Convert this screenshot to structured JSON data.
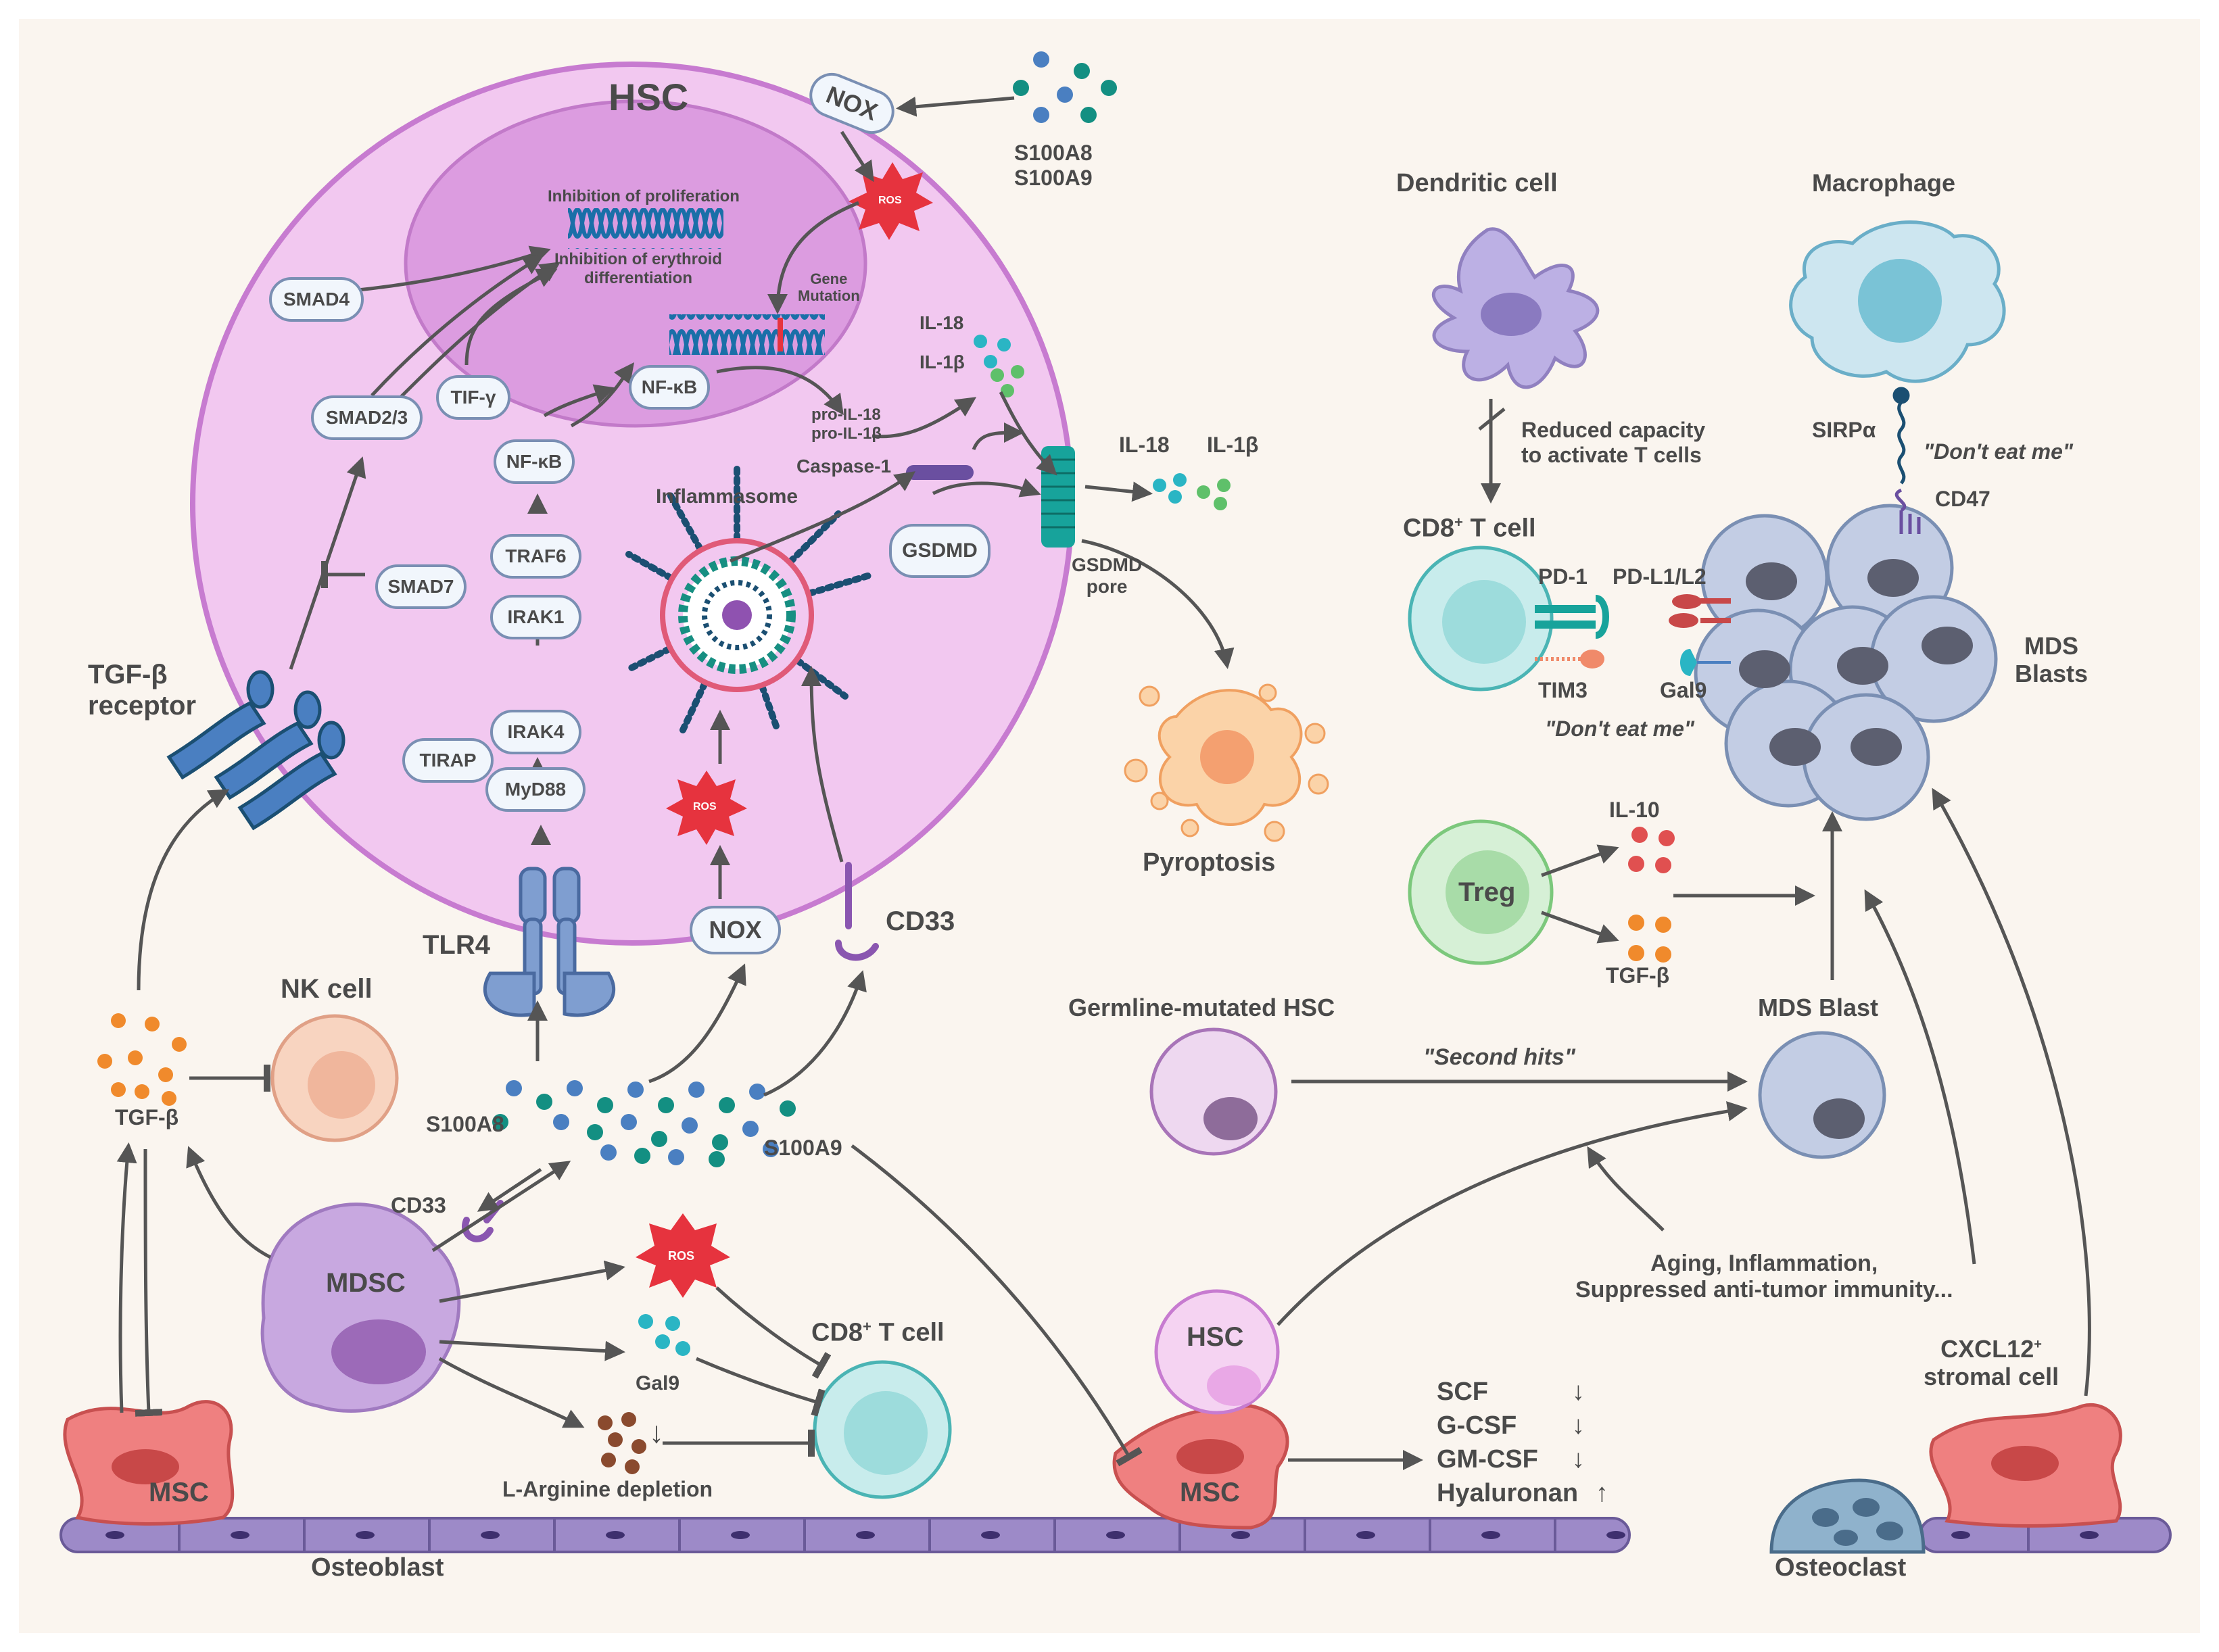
{
  "cell_labels": {
    "hsc_main": "HSC",
    "nk_cell": "NK cell",
    "mdsc": "MDSC",
    "msc_left": "MSC",
    "msc_right": "MSC",
    "hsc_small": "HSC",
    "dendritic": "Dendritic cell",
    "macrophage": "Macrophage",
    "cd8_top_pre": "CD8",
    "cd8_top_sup": "+",
    "cd8_top_post": " T cell",
    "cd8_bottom_pre": "CD8",
    "cd8_bottom_sup": "+",
    "cd8_bottom_post": " T cell",
    "treg": "Treg",
    "mds_blasts": "MDS\nBlasts",
    "mds_blast": "MDS Blast",
    "germline_hsc": "Germline-mutated HSC",
    "osteoblast": "Osteoblast",
    "osteoclast": "Osteoclast",
    "cxcl12_pre": "CXCL12",
    "cxcl12_sup": "+",
    "cxcl12_post": "\nstromal cell",
    "pyroptosis": "Pyroptosis"
  },
  "nucleus_text": {
    "inhib_prolif": "Inhibition of proliferation",
    "inhib_ery": "Inhibition of erythroid\ndifferentiation",
    "gene_mutation": "Gene\nMutation"
  },
  "signaling_pills": {
    "smad4": "SMAD4",
    "smad23": "SMAD2/3",
    "tif": "TIF-γ",
    "nfkb_nuc": "NF-κB",
    "nfkb_cyto": "NF-κB",
    "traf6": "TRAF6",
    "irak1": "IRAK1",
    "irak4": "IRAK4",
    "myd88": "MyD88",
    "tirap": "TIRAP",
    "smad7": "SMAD7",
    "gsdmd": "GSDMD",
    "nox_top": "NOX",
    "nox_bottom": "NOX"
  },
  "molecule_labels": {
    "s100_top": "S100A8\nS100A9",
    "ros_top": "ROS",
    "ros_mid": "ROS",
    "ros_bottom": "ROS",
    "il18_in": "IL-18",
    "il1b_in": "IL-1β",
    "pro_il": "pro-IL-18\npro-IL-1β",
    "caspase": "Caspase-1",
    "inflammasome": "Inflammasome",
    "il18_out": "IL-18",
    "il1b_out": "IL-1β",
    "gsdmd_pore": "GSDMD\npore",
    "tgfb_receptor": "TGF-β\nreceptor",
    "tlr4": "TLR4",
    "cd33_right": "CD33",
    "cd33_left": "CD33",
    "tgfb_left": "TGF-β",
    "s100a8": "S100A8",
    "s100a9": "S100A9",
    "gal9_bottom": "Gal9",
    "arginine": "L-Arginine depletion",
    "il10": "IL-10",
    "tgfb_treg": "TGF-β",
    "pd1": "PD-1",
    "pdl": "PD-L1/L2",
    "tim3": "TIM3",
    "gal9_top": "Gal9",
    "sirpa": "SIRPα",
    "cd47": "CD47",
    "dont_eat_1": "\"Don't eat me\"",
    "dont_eat_2": "\"Don't eat me\"",
    "reduced_capacity": "Reduced capacity\nto activate T cells",
    "second_hits": "\"Second hits\"",
    "aging": "Aging, Inflammation,\nSuppressed anti-tumor immunity..."
  },
  "cytokine_changes": [
    {
      "name": "SCF",
      "change": "↓"
    },
    {
      "name": "G-CSF",
      "change": "↓"
    },
    {
      "name": "GM-CSF",
      "change": "↓"
    },
    {
      "name": "Hyaluronan",
      "change": "↑"
    }
  ],
  "arginine_arrow": "↓",
  "colors": {
    "background": "#faf5ef",
    "hsc_cytoplasm": "#f2c8f0",
    "hsc_border": "#c77bd0",
    "nucleus": "#dc9ce0",
    "arrow": "#555555",
    "msc": "#ef8080",
    "mdsc": "#c8a8e0",
    "tcell": "#c8ecec",
    "blast": "#c3cde4",
    "ros": "#e6333e",
    "teal_dot": "#138f82",
    "blue_dot": "#4a7fc1"
  }
}
